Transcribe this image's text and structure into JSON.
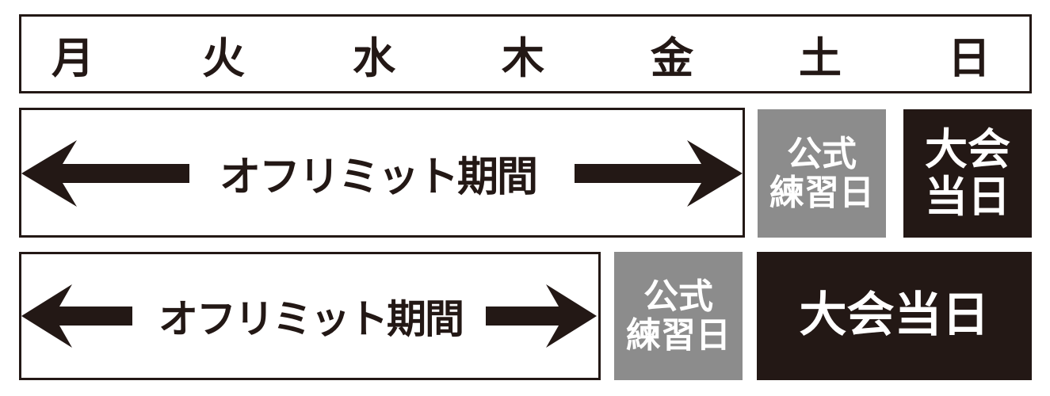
{
  "weekdays": [
    "月",
    "火",
    "水",
    "木",
    "金",
    "土",
    "日"
  ],
  "row1": {
    "period_label": "オフリミット期間",
    "practice_label": [
      "公式",
      "練習日"
    ],
    "event_label": [
      "大会",
      "当日"
    ]
  },
  "row2": {
    "period_label": "オフリミット期間",
    "practice_label": [
      "公式",
      "練習日"
    ],
    "event_label": "大会当日"
  },
  "colors": {
    "ink": "#231815",
    "practice_fill": "#8c8c8c",
    "event_fill": "#231815",
    "background": "#ffffff"
  }
}
